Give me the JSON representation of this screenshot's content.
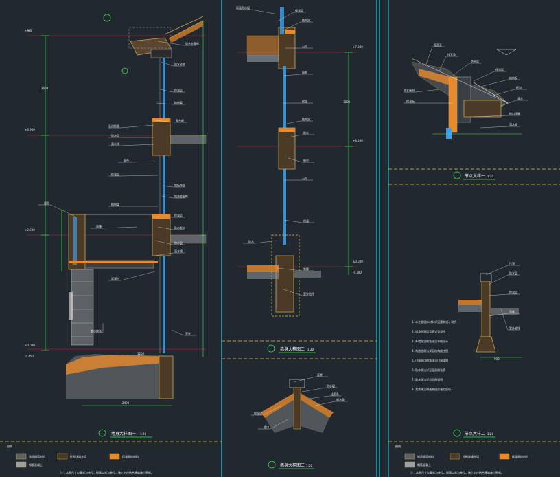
{
  "sheet": {
    "colors": {
      "background": "#212830",
      "frame_line": "#22c7d4",
      "dash_divider": "#e6c23a",
      "dim_line": "#3de04a",
      "wall_hatch": "#c9a44a",
      "insulation": "#e88a2c",
      "structure": "#9aa0a6",
      "glass": "#3fa0e8",
      "section_cut": "#c62a3a",
      "text": "#e8e8e8"
    }
  },
  "panels": {
    "wall1": {
      "title": "墙身大样图一",
      "scale": "1:20"
    },
    "wall2": {
      "title": "墙身大样图二",
      "scale": "1:20"
    },
    "wall3": {
      "title": "墙身大样图三",
      "scale": "1:20"
    },
    "node1": {
      "title": "节点大样一",
      "scale": "1:20"
    },
    "node2": {
      "title": "节点大样二",
      "scale": "1:20"
    }
  },
  "legend_left": {
    "header": "图例",
    "items": [
      "轻质隔墙材料",
      "砼砌块填充墙",
      "保温隔热材料",
      "钢筋混凝土"
    ],
    "note": "注：本图尺寸以毫米为单位，标高以米为单位，施工时应结合建筑施工图纸。"
  },
  "legend_right": {
    "header": "图例",
    "items": [
      "轻质隔墙材料",
      "砼砌块填充墙",
      "保温隔热材料",
      "钢筋混凝土"
    ],
    "note": "注：本图尺寸以毫米为单位，标高以米为单位，施工时应结合建筑施工图纸。"
  },
  "node2_notes": [
    "1. 本工程墙体材料详见建筑设计说明",
    "2. 墙身防潮层设置详见说明",
    "3. 外墙保温做法详见节能设计",
    "4. 构造柱做法详见结构施工图",
    "5. 门窗洞口做法详见门窗详图",
    "6. 防水做法详见屋面做法表",
    "7. 散水做法详见总图说明",
    "8. 其余未注明者按国家规范执行"
  ],
  "elev_tags": [
    "+屋面",
    "+3.900",
    "+2.600",
    "±0.000",
    "-0.450",
    "+7.800",
    "+4.200",
    "±0.000",
    "-0.300"
  ],
  "dims": [
    "2400",
    "1200",
    "3600",
    "1800",
    "900"
  ],
  "callouts": {
    "wall1": [
      "铝合金窗框",
      "防水砂浆",
      "保温层",
      "结构梁",
      "窗台板",
      "石材饰面",
      "防水层",
      "滴水线",
      "窗台",
      "保温层",
      "铝板饰面",
      "铝合金窗框",
      "结构梁",
      "保温层",
      "防水卷材",
      "窗框",
      "雨篷",
      "防水层",
      "滴水线",
      "混凝土",
      "室外",
      "散水做法"
    ],
    "wall2": [
      "屋面防水层",
      "保温层",
      "结构梁",
      "石材",
      "窗框",
      "保温",
      "结构梁",
      "防水",
      "窗台",
      "石材",
      "保温",
      "防水",
      "勒脚",
      "室外地坪"
    ],
    "wall3": [
      "屋脊",
      "防水层",
      "挂瓦条",
      "顺水条",
      "保温层",
      "檐口"
    ],
    "node1": [
      "屋面瓦",
      "挂瓦条",
      "防水层",
      "保温层",
      "结构板",
      "檐沟",
      "滴水",
      "防水卷材",
      "保温板",
      "檐口线脚",
      "落水管"
    ],
    "node2": [
      "压顶",
      "防水层",
      "保温层",
      "墙体",
      "室外地坪"
    ]
  }
}
